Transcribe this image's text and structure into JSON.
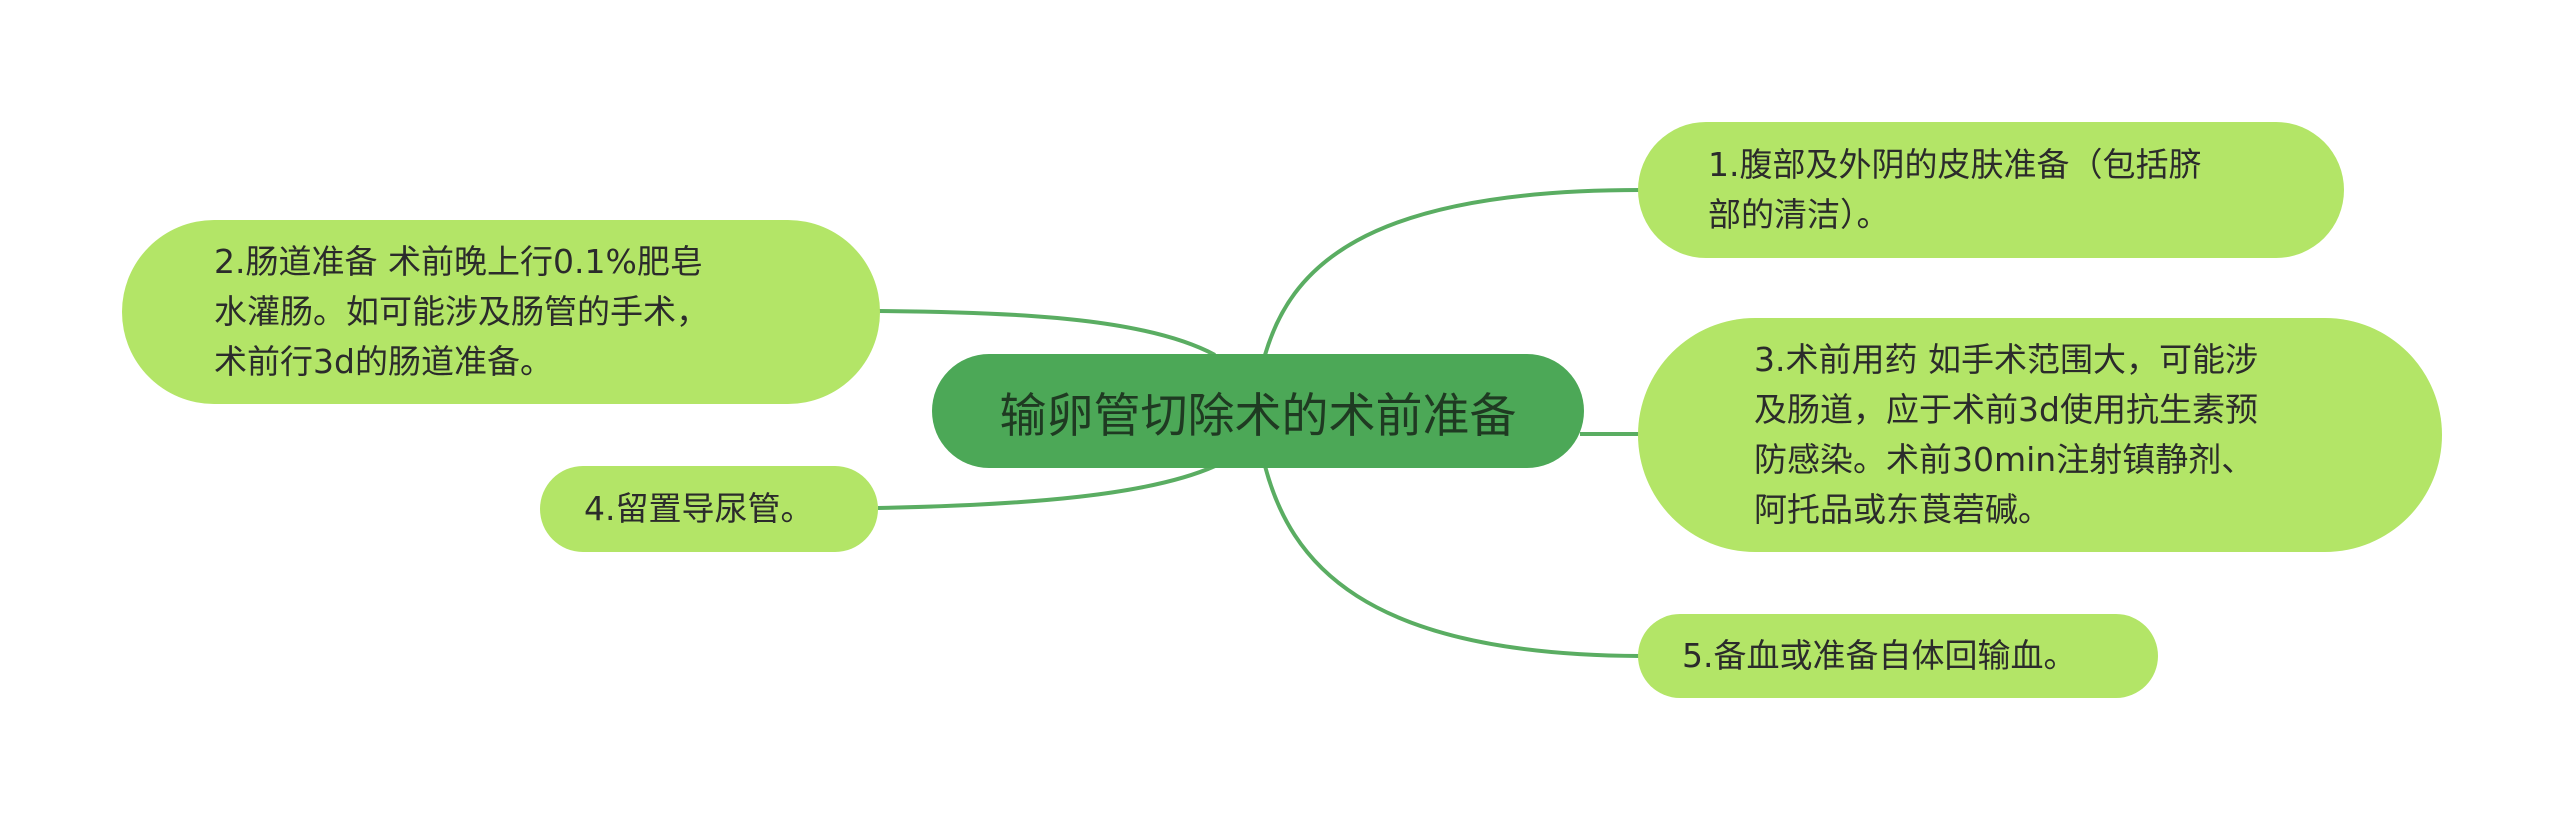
{
  "colors": {
    "root_fill": "#4ca857",
    "leaf_fill": "#b3e567",
    "edge": "#5aad62"
  },
  "root": {
    "label": "输卵管切除术的术前准备"
  },
  "branches": [
    {
      "id": "n1",
      "label": "1.腹部及外阴的皮肤准备（包括脐\n部的清洁）。"
    },
    {
      "id": "n2",
      "label": "2.肠道准备  术前晚上行0.1%肥皂\n水灌肠。如可能涉及肠管的手术，\n术前行3d的肠道准备。"
    },
    {
      "id": "n3",
      "label": "3.术前用药  如手术范围大，可能涉\n及肠道，应于术前3d使用抗生素预\n防感染。术前30min注射镇静剂、\n阿托品或东莨菪碱。"
    },
    {
      "id": "n4",
      "label": "4.留置导尿管。"
    },
    {
      "id": "n5",
      "label": "5.备血或准备自体回输血。"
    }
  ]
}
